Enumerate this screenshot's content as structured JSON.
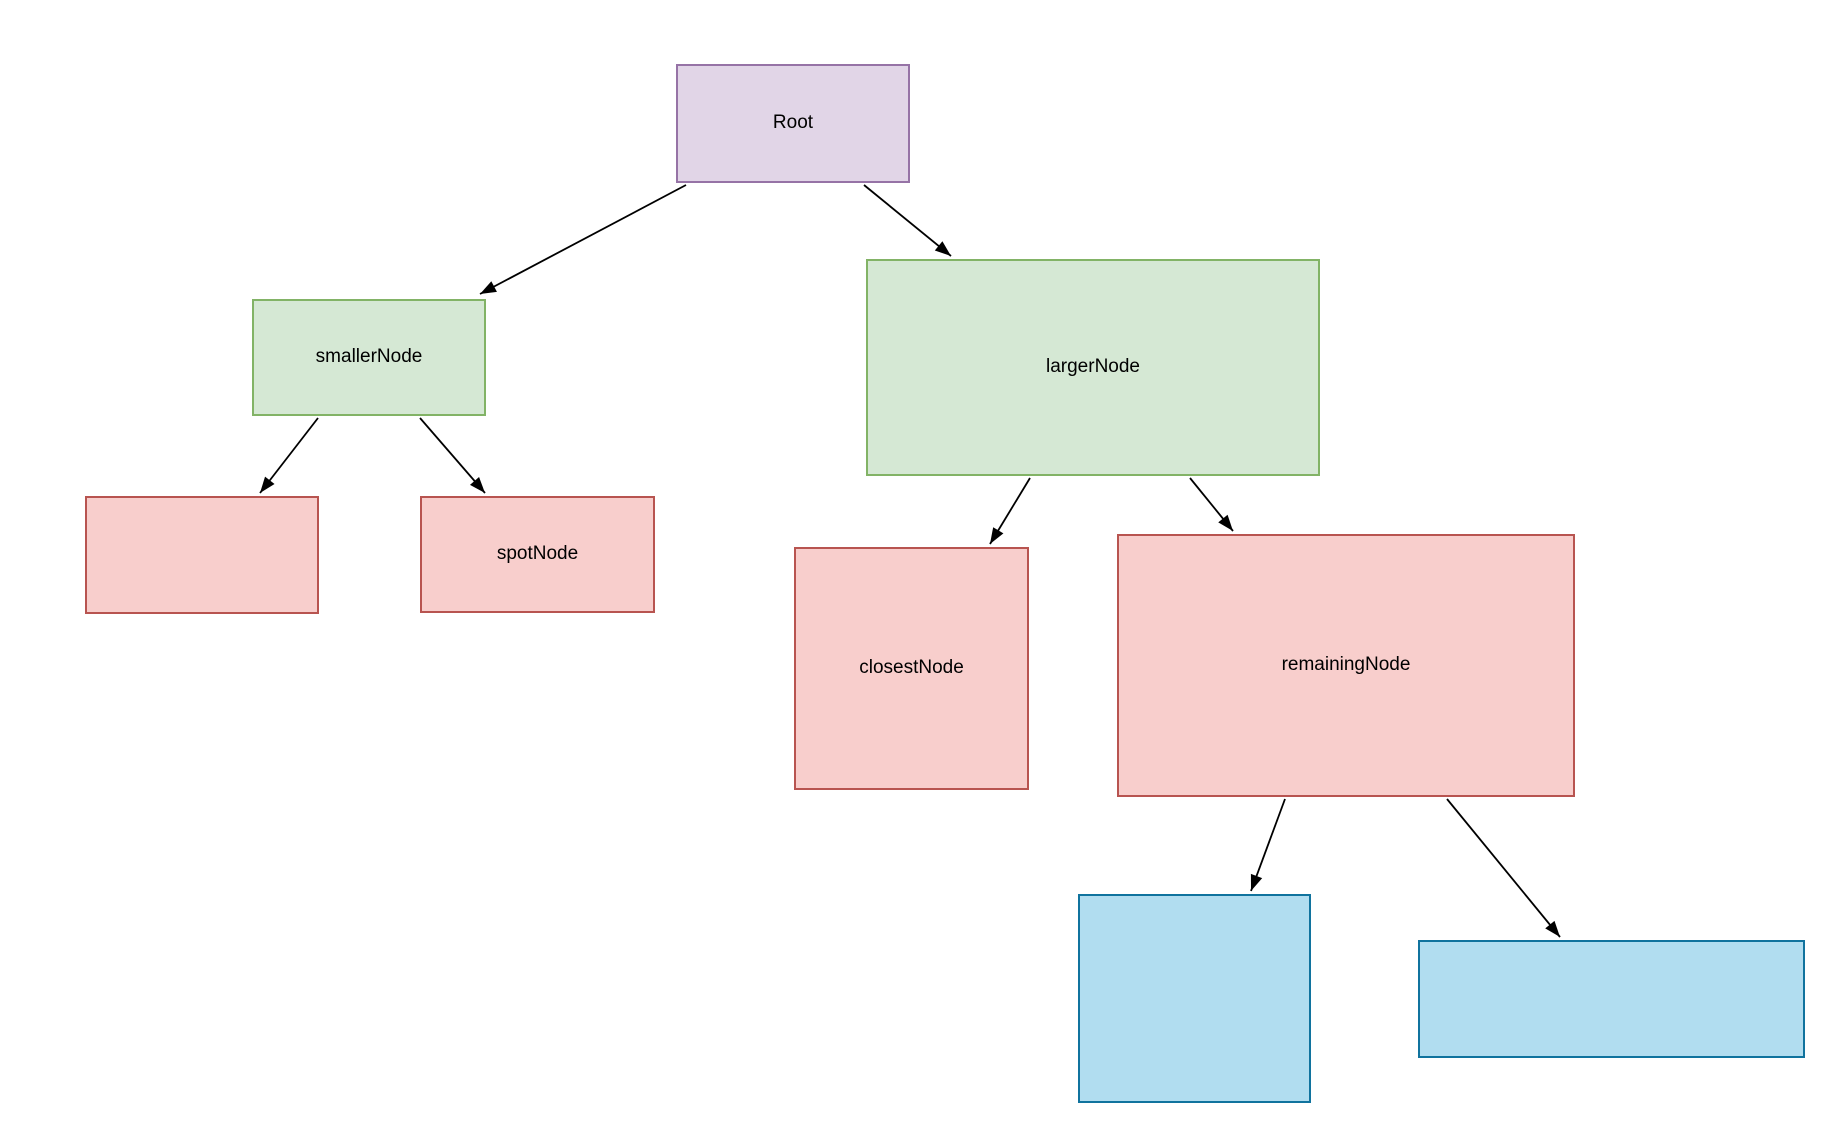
{
  "diagram": {
    "kind": "binary-tree",
    "background_color": "#ffffff",
    "edge_color": "#000000",
    "text_color": "#000000",
    "nodes": [
      {
        "id": "root",
        "label": "Root",
        "fill": "#e1d5e7",
        "stroke": "#9673a6"
      },
      {
        "id": "smaller-node",
        "label": "smallerNode",
        "fill": "#d5e8d4",
        "stroke": "#82b366"
      },
      {
        "id": "larger-node",
        "label": "largerNode",
        "fill": "#d5e8d4",
        "stroke": "#82b366"
      },
      {
        "id": "left-leaf",
        "label": "",
        "fill": "#f8cecc",
        "stroke": "#b85450"
      },
      {
        "id": "spot-node",
        "label": "spotNode",
        "fill": "#f8cecc",
        "stroke": "#b85450"
      },
      {
        "id": "closest-node",
        "label": "closestNode",
        "fill": "#f8cecc",
        "stroke": "#b85450"
      },
      {
        "id": "remaining-node",
        "label": "remainingNode",
        "fill": "#f8cecc",
        "stroke": "#b85450"
      },
      {
        "id": "blue-leaf-1",
        "label": "",
        "fill": "#b1ddf0",
        "stroke": "#10739e"
      },
      {
        "id": "blue-leaf-2",
        "label": "",
        "fill": "#b1ddf0",
        "stroke": "#10739e"
      }
    ],
    "edges": [
      {
        "from": "root",
        "to": "smaller-node"
      },
      {
        "from": "root",
        "to": "larger-node"
      },
      {
        "from": "smaller-node",
        "to": "left-leaf"
      },
      {
        "from": "smaller-node",
        "to": "spot-node"
      },
      {
        "from": "larger-node",
        "to": "closest-node"
      },
      {
        "from": "larger-node",
        "to": "remaining-node"
      },
      {
        "from": "remaining-node",
        "to": "blue-leaf-1"
      },
      {
        "from": "remaining-node",
        "to": "blue-leaf-2"
      }
    ]
  }
}
